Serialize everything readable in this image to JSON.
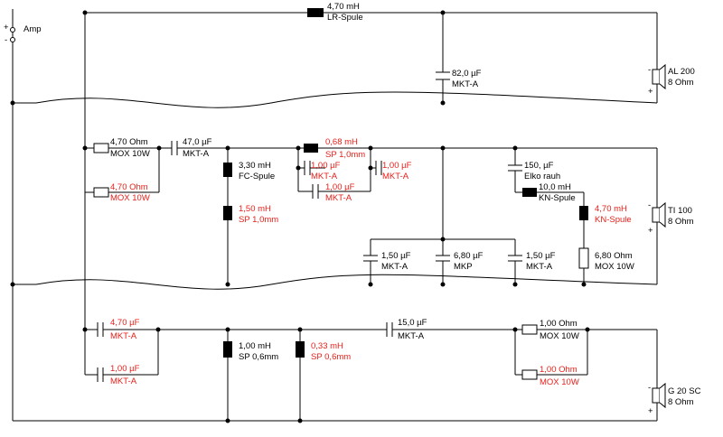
{
  "colors": {
    "wire": "#000000",
    "highlight": "#e8201a"
  },
  "amp": {
    "label": "Amp",
    "plus": "+",
    "minus": "-"
  },
  "speakers": {
    "woofer": {
      "name": "AL 200",
      "impedance": "8 Ohm"
    },
    "mid": {
      "name": "TI 100",
      "impedance": "8 Ohm"
    },
    "tweeter": {
      "name": "G 20 SC",
      "impedance": "8 Ohm"
    },
    "plus": "+",
    "minus": "-"
  },
  "components": {
    "lr_spule": {
      "value": "4,70 mH",
      "type": "LR-Spule"
    },
    "c82": {
      "value": "82,0 µF",
      "type": "MKT-A"
    },
    "r1": {
      "value": "4,70 Ohm",
      "type": "MOX 10W"
    },
    "r2": {
      "value": "4,70 Ohm",
      "type": "MOX 10W"
    },
    "c47": {
      "value": "47,0 µF",
      "type": "MKT-A"
    },
    "l330": {
      "value": "3,30 mH",
      "type": "FC-Spule"
    },
    "l150": {
      "value": "1,50 mH",
      "type": "SP 1,0mm"
    },
    "l068": {
      "value": "0,68 mH",
      "type": "SP 1,0mm"
    },
    "c1a": {
      "value": "1,00 µF",
      "type": "MKT-A"
    },
    "c1b": {
      "value": "1,00 µF",
      "type": "MKT-A"
    },
    "c1c": {
      "value": "1,00 µF",
      "type": "MKT-A"
    },
    "c150": {
      "value": "150, µF",
      "type": "Elko rauh"
    },
    "l10": {
      "value": "10,0 mH",
      "type": "KN-Spule"
    },
    "l470kn": {
      "value": "4,70 mH",
      "type": "KN-Spule"
    },
    "c150a": {
      "value": "1,50 µF",
      "type": "MKT-A"
    },
    "c680": {
      "value": "6,80 µF",
      "type": "MKP"
    },
    "c150b": {
      "value": "1,50 µF",
      "type": "MKT-A"
    },
    "r680": {
      "value": "6,80 Ohm",
      "type": "MOX 10W"
    },
    "c470t": {
      "value": "4,70 µF",
      "type": "MKT-A"
    },
    "c1t": {
      "value": "1,00 µF",
      "type": "MKT-A"
    },
    "l1t": {
      "value": "1,00 mH",
      "type": "SP 0,6mm"
    },
    "l033": {
      "value": "0,33 mH",
      "type": "SP 0,6mm"
    },
    "c15": {
      "value": "15,0 µF",
      "type": "MKT-A"
    },
    "r1t": {
      "value": "1,00 Ohm",
      "type": "MOX 10W"
    },
    "r1t2": {
      "value": "1,00 Ohm",
      "type": "MOX 10W"
    }
  }
}
